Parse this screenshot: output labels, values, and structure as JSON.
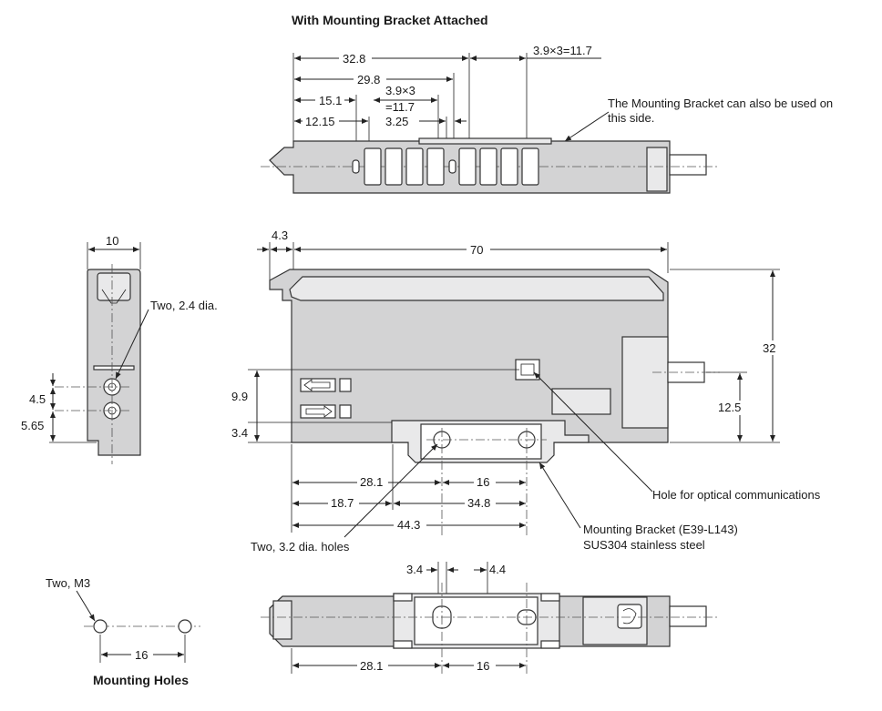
{
  "title": "With Mounting Bracket Attached",
  "top_view": {
    "dims": {
      "d32_8": "32.8",
      "d29_8": "29.8",
      "d15_1": "15.1",
      "d12_15": "12.15",
      "d3_9x3_a": "3.9×3",
      "d11_7_a": "=11.7",
      "d3_25": "3.25",
      "d3_9x3_b": "3.9×3=11.7"
    },
    "note_line1": "The Mounting Bracket can also be used on",
    "note_line2": "this side."
  },
  "side_view": {
    "d10": "10",
    "two_2_4_dia": "Two, 2.4 dia.",
    "d4_5": "4.5",
    "d5_65": "5.65"
  },
  "front_view": {
    "d4_3": "4.3",
    "d70": "70",
    "d32": "32",
    "d9_9": "9.9",
    "d12_5": "12.5",
    "d3_4": "3.4",
    "d28_1": "28.1",
    "d16": "16",
    "d18_7": "18.7",
    "d34_8": "34.8",
    "d44_3": "44.3",
    "hole_optical": "Hole for optical communications",
    "bracket_line1": "Mounting Bracket (E39-L143)",
    "bracket_line2": "SUS304 stainless steel",
    "two_3_2_holes": "Two, 3.2 dia. holes"
  },
  "bottom_view": {
    "d3_4": "3.4",
    "d4_4": "4.4",
    "d28_1": "28.1",
    "d16": "16"
  },
  "mounting_holes": {
    "label": "Two, M3",
    "d16": "16",
    "title": "Mounting Holes"
  },
  "colors": {
    "body": "#d3d3d4",
    "bracket": "#e9e9ea",
    "line": "#222222"
  }
}
